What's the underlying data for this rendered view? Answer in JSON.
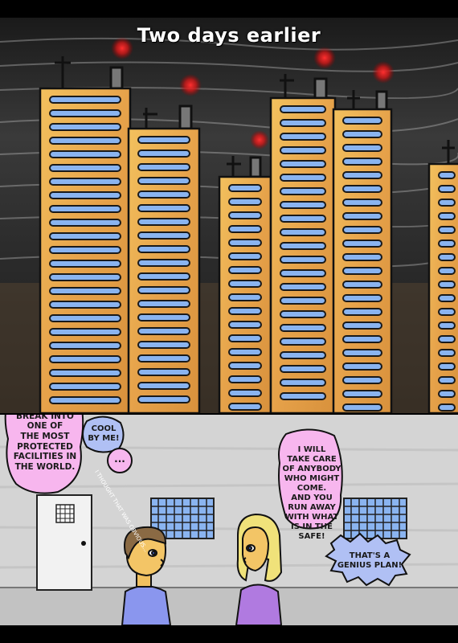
{
  "caption": "Two days earlier",
  "dialogue": {
    "so_gonna": "So,\nwe're\ngonna\nbreak into\none of\nthe most\nprotected\nfacilities in\nthe world.",
    "cool_by_me": "Cool\nby me!",
    "ellipsis": "...",
    "whisper": "I thought that was obvious...",
    "i_will": "I will\ntake care\nof anybody\nwho might\ncome.\nAnd you\nrun away\nwith what\nis in the\nsafe!",
    "genius_plan": "That's a\ngenius plan!"
  },
  "colors": {
    "building": "#e8a84a",
    "window": "#8ab4f0",
    "beacon": "#e02020",
    "bubble_pink": "#f7b6ee",
    "bubble_blue": "#b0c0f4"
  }
}
